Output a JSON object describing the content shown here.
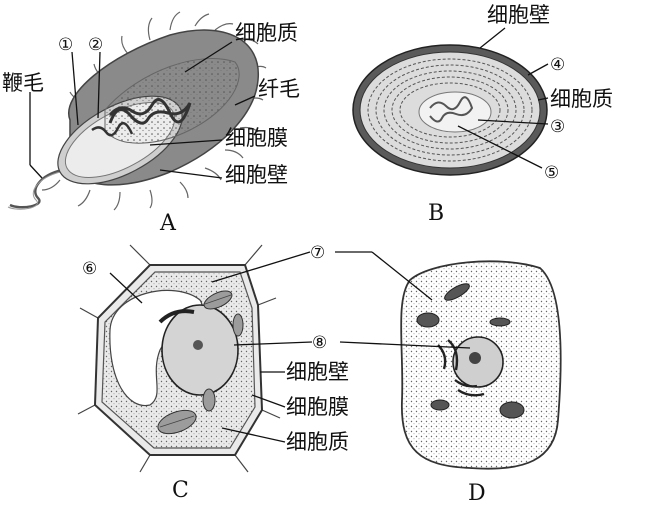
{
  "labels": {
    "flagellum": "鞭毛",
    "num_1": "①",
    "num_2": "②",
    "a_cytoplasm": "细胞质",
    "pilus": "纤毛",
    "a_membrane": "细胞膜",
    "a_wall": "细胞壁",
    "b_wall": "细胞壁",
    "num_4": "④",
    "b_cytoplasm": "细胞质",
    "num_3": "③",
    "num_5": "⑤",
    "num_6": "⑥",
    "num_7": "⑦",
    "num_8": "⑧",
    "c_wall": "细胞壁",
    "c_membrane": "细胞膜",
    "c_cytoplasm": "细胞质"
  },
  "panels": {
    "a": "A",
    "b": "B",
    "c": "C",
    "d": "D"
  }
}
